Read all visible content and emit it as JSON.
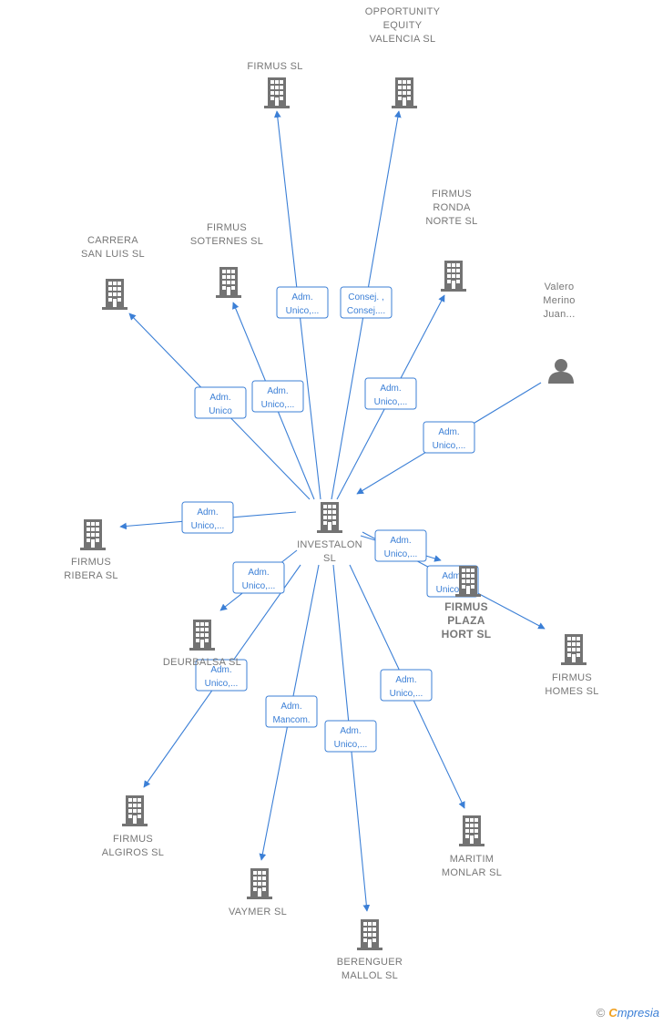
{
  "center": {
    "label_lines": [
      "INVESTALON",
      "SL"
    ],
    "icon": "building-icon"
  },
  "nodes": [
    {
      "id": "firmus-sl",
      "type": "company",
      "label_lines": [
        "FIRMUS  SL"
      ],
      "role_lines": [
        "Adm.",
        "Unico,..."
      ]
    },
    {
      "id": "opportunity-equity",
      "type": "company",
      "label_lines": [
        "OPPORTUNITY",
        "EQUITY",
        "VALENCIA  SL"
      ],
      "role_lines": [
        "Consej. ,",
        "Consej...."
      ]
    },
    {
      "id": "carrera-san-luis",
      "type": "company",
      "label_lines": [
        "CARRERA",
        "SAN LUIS  SL"
      ],
      "role_lines": [
        "Adm.",
        "Unico"
      ]
    },
    {
      "id": "firmus-soternes",
      "type": "company",
      "label_lines": [
        "FIRMUS",
        "SOTERNES  SL"
      ],
      "role_lines": [
        "Adm.",
        "Unico,..."
      ]
    },
    {
      "id": "firmus-ronda-norte",
      "type": "company",
      "label_lines": [
        "FIRMUS",
        "RONDA",
        "NORTE  SL"
      ],
      "role_lines": [
        "Adm.",
        "Unico,..."
      ]
    },
    {
      "id": "valero-merino",
      "type": "person",
      "label_lines": [
        "Valero",
        "Merino",
        "Juan..."
      ],
      "role_lines": [
        "Adm.",
        "Unico,..."
      ]
    },
    {
      "id": "firmus-ribera",
      "type": "company",
      "label_lines": [
        "FIRMUS",
        "RIBERA  SL"
      ],
      "role_lines": [
        "Adm.",
        "Unico,..."
      ]
    },
    {
      "id": "firmus-plaza-hort",
      "type": "company",
      "label_lines": [
        "FIRMUS",
        "PLAZA",
        "HORT  SL"
      ],
      "bold": true,
      "role_lines": [
        "Adm.",
        "Unico,..."
      ]
    },
    {
      "id": "firmus-homes",
      "type": "company",
      "label_lines": [
        "FIRMUS",
        "HOMES  SL"
      ],
      "role_lines": [
        "Adm.",
        "Unico,..."
      ]
    },
    {
      "id": "deurbalsa",
      "type": "company",
      "label_lines": [
        "DEURBALSA SL"
      ],
      "role_lines": [
        "Adm.",
        "Unico,..."
      ]
    },
    {
      "id": "firmus-algiros",
      "type": "company",
      "label_lines": [
        "FIRMUS",
        "ALGIROS  SL"
      ],
      "role_lines": [
        "Adm.",
        "Unico,..."
      ]
    },
    {
      "id": "vaymer",
      "type": "company",
      "label_lines": [
        "VAYMER SL"
      ],
      "role_lines": [
        "Adm.",
        "Mancom."
      ]
    },
    {
      "id": "berenguer-mallol",
      "type": "company",
      "label_lines": [
        "BERENGUER",
        "MALLOL  SL"
      ],
      "role_lines": [
        "Adm.",
        "Unico,..."
      ]
    },
    {
      "id": "maritim-monlar",
      "type": "company",
      "label_lines": [
        "MARITIM",
        "MONLAR  SL"
      ],
      "role_lines": [
        "Adm.",
        "Unico,..."
      ]
    }
  ],
  "footer": {
    "copyright": "©",
    "brand_initial": "C",
    "brand_rest": "mpresia"
  }
}
